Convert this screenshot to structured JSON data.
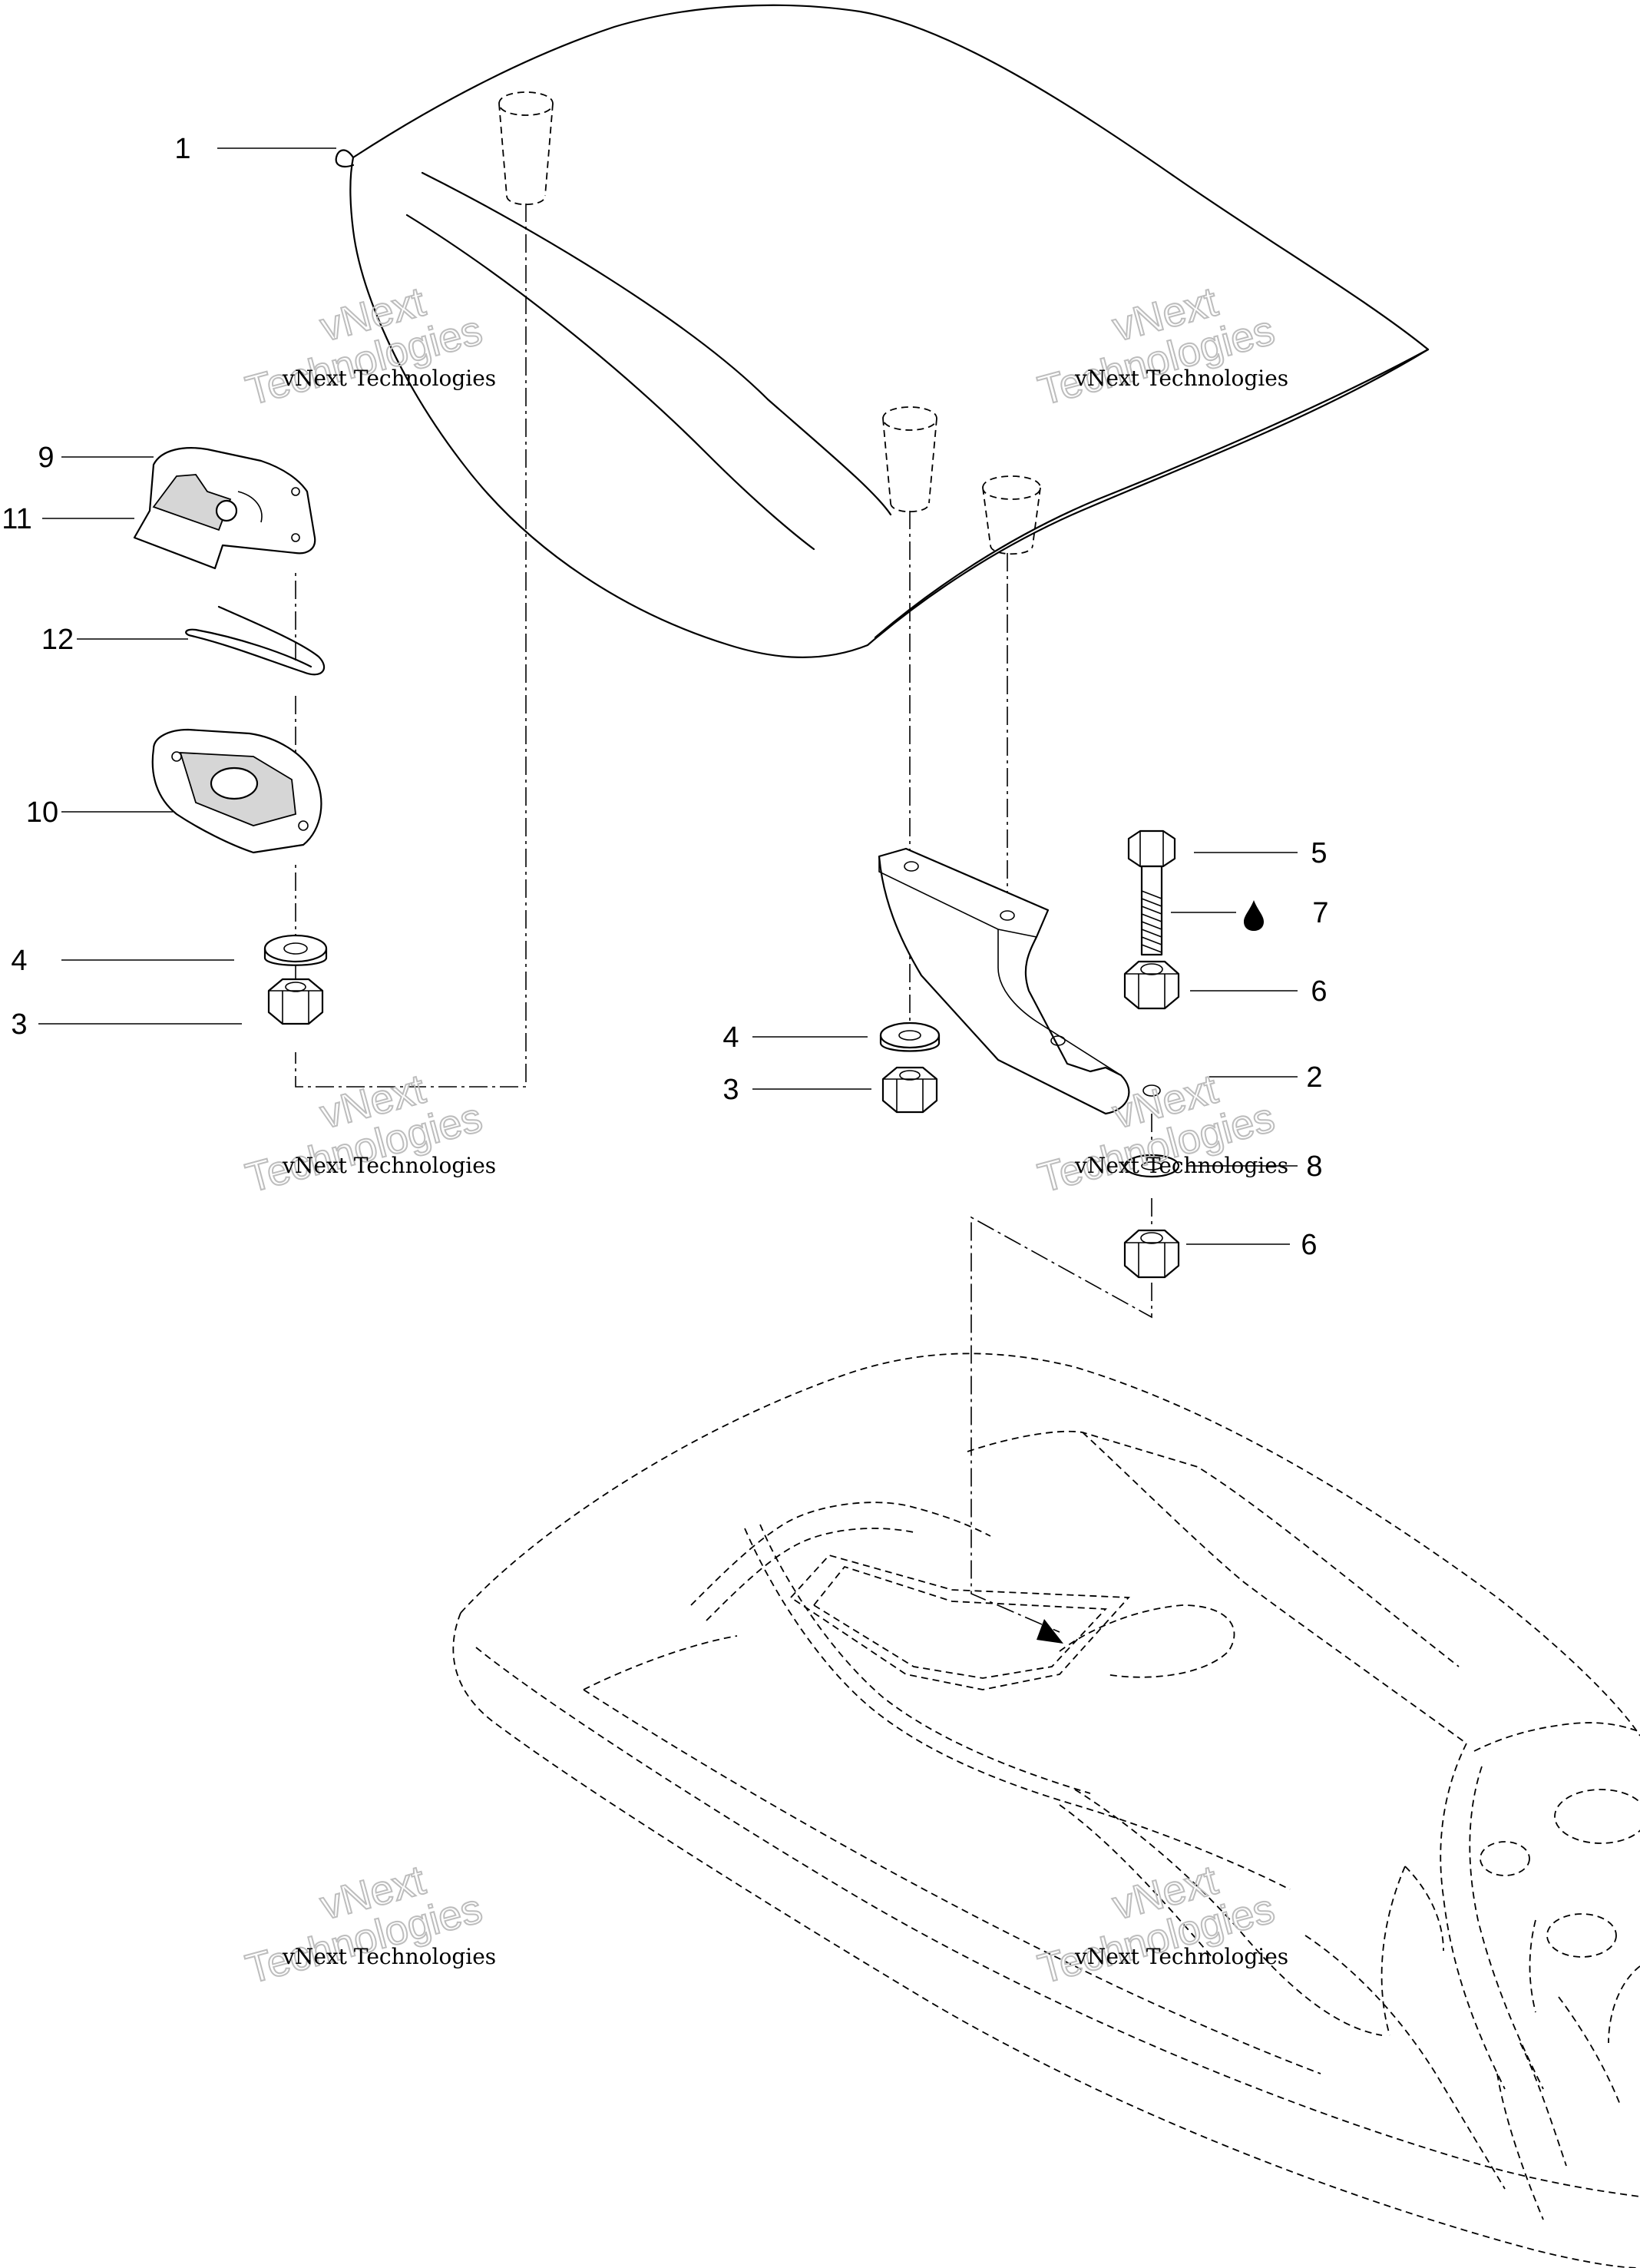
{
  "callouts": {
    "c1": "1",
    "c2": "2",
    "c3a": "3",
    "c3b": "3",
    "c4a": "4",
    "c4b": "4",
    "c5": "5",
    "c6a": "6",
    "c6b": "6",
    "c7": "7",
    "c8": "8",
    "c9": "9",
    "c10": "10",
    "c11": "11",
    "c12": "12"
  },
  "watermark": {
    "line": "vNext Technologies",
    "word1": "vNext",
    "word2": "Technologies"
  },
  "icons": {
    "sealant": "drop-icon"
  }
}
